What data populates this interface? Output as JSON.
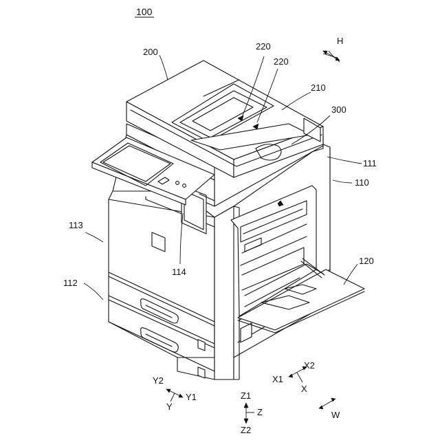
{
  "figure": {
    "title": "100",
    "labels": {
      "adf": "200",
      "tray_a": "220",
      "tray_b": "220",
      "cover": "210",
      "output": "300",
      "body_right": "111",
      "body": "110",
      "bypass": "120",
      "left_door": "113",
      "cassette": "112",
      "inner": "114",
      "dir_h": "H",
      "dir_w": "W"
    },
    "axes": {
      "x1": "X1",
      "x2": "X2",
      "x": "X",
      "y1": "Y1",
      "y2": "Y2",
      "y": "Y",
      "z1": "Z1",
      "z2": "Z2",
      "z": "Z"
    }
  }
}
